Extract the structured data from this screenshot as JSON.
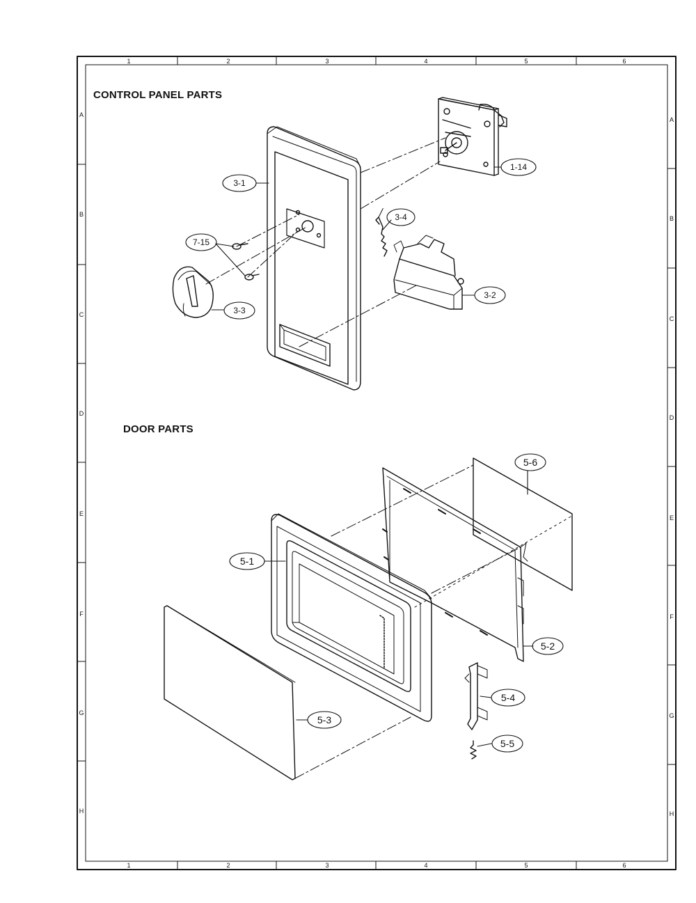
{
  "sections": {
    "control_panel": "CONTROL PANEL PARTS",
    "door": "DOOR PARTS"
  },
  "grid": {
    "columns": [
      "1",
      "2",
      "3",
      "4",
      "5",
      "6"
    ],
    "rows_left": [
      "A",
      "B",
      "C",
      "D",
      "E",
      "F",
      "G",
      "H"
    ],
    "rows_right": [
      "A",
      "B",
      "C",
      "D",
      "E",
      "F",
      "G",
      "H"
    ]
  },
  "callouts": {
    "c_1_14": "1-14",
    "c_3_1": "3-1",
    "c_3_4": "3-4",
    "c_7_15": "7-15",
    "c_3_2": "3-2",
    "c_3_3": "3-3",
    "c_5_6": "5-6",
    "c_5_1": "5-1",
    "c_5_2": "5-2",
    "c_5_4": "5-4",
    "c_5_3": "5-3",
    "c_5_5": "5-5"
  }
}
